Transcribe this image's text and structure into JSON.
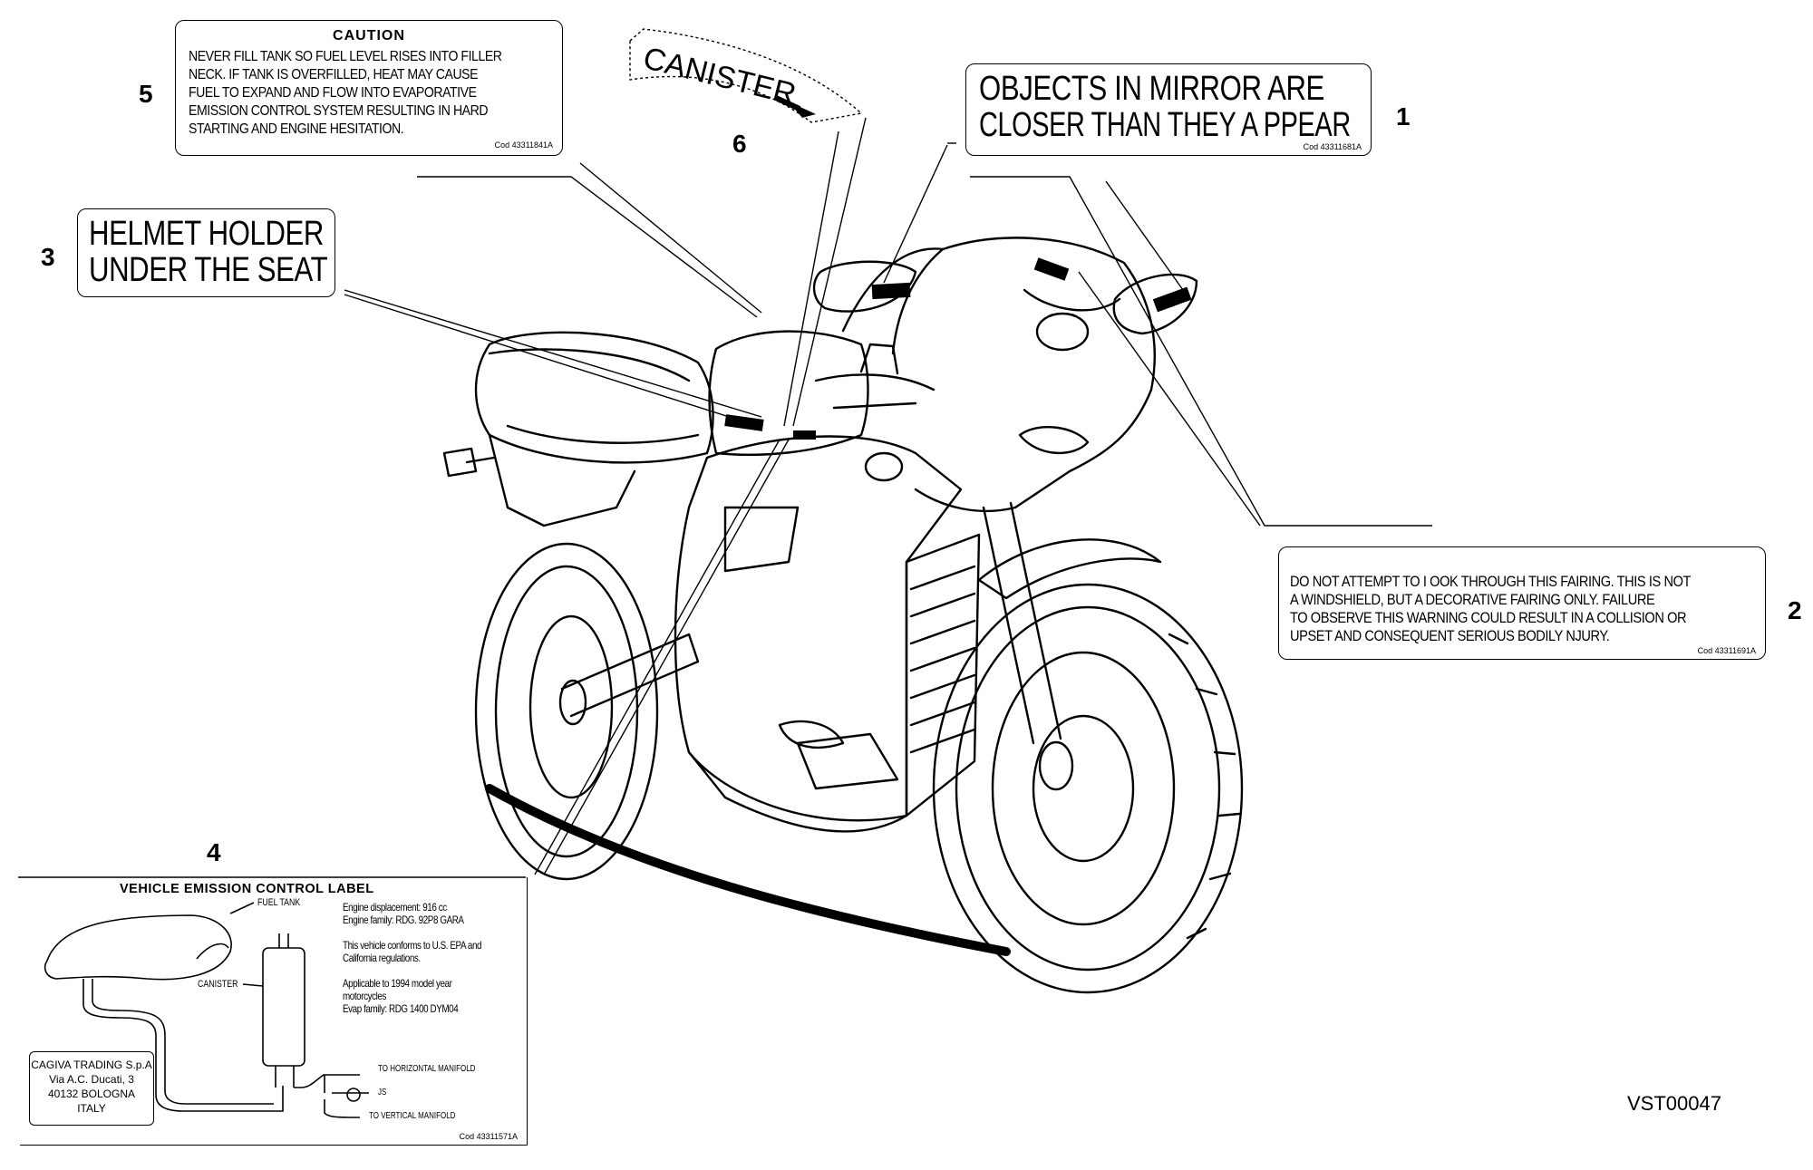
{
  "callouts": [
    {
      "number": "1"
    },
    {
      "number": "2"
    },
    {
      "number": "3"
    },
    {
      "number": "4"
    },
    {
      "number": "5"
    },
    {
      "number": "6"
    }
  ],
  "label1": {
    "line1": "OBJECTS IN MIRROR ARE",
    "line2": "CLOSER THAN THEY A PPEAR",
    "code": "Cod 43311681A"
  },
  "label2": {
    "lines": [
      "DO NOT ATTEMPT TO I OOK THROUGH THIS FAIRING. THIS IS NOT",
      "A WINDSHIELD, BUT A DECORATIVE FAIRING ONLY. FAILURE",
      "TO OBSERVE THIS WARNING COULD RESULT IN A COLLISION OR",
      "UPSET AND CONSEQUENT SERIOUS BODILY NJURY."
    ],
    "code": "Cod 43311691A"
  },
  "label3": {
    "line1": "HELMET HOLDER",
    "line2": "UNDER THE SEAT"
  },
  "label4": {
    "title": "VEHICLE EMISSION CONTROL LABEL",
    "fuel_tank": "FUEL TANK",
    "canister": "CANISTER",
    "to_horizontal": "TO HORIZONTAL MANIFOLD",
    "js": "JS",
    "to_vertical": "TO VERTICAL MANIFOLD",
    "info_lines": [
      "Engine displacement: 916 cc",
      "Engine family: RDG. 92P8 GARA",
      "",
      "This vehicle conforms to U.S. EPA and",
      "California regulations.",
      "",
      "Applicable to 1994 model year",
      "motorcycles",
      "Evap family: RDG 1400 DYM04"
    ],
    "company": [
      "CAGIVA TRADING S.p.A",
      "Via A.C. Ducati, 3",
      "40132 BOLOGNA",
      "ITALY"
    ],
    "code": "Cod 43311571A"
  },
  "label5": {
    "title": "CAUTION",
    "lines": [
      "NEVER FILL TANK SO FUEL LEVEL RISES INTO FILLER",
      "NECK. IF TANK IS OVERFILLED, HEAT MAY CAUSE",
      "FUEL TO EXPAND AND FLOW INTO EVAPORATIVE",
      "EMISSION CONTROL SYSTEM RESULTING IN HARD",
      "STARTING AND ENGINE HESITATION."
    ],
    "code": "Cod 43311841A"
  },
  "label6": {
    "text": "CANISTER"
  },
  "figure_code": "VST00047"
}
